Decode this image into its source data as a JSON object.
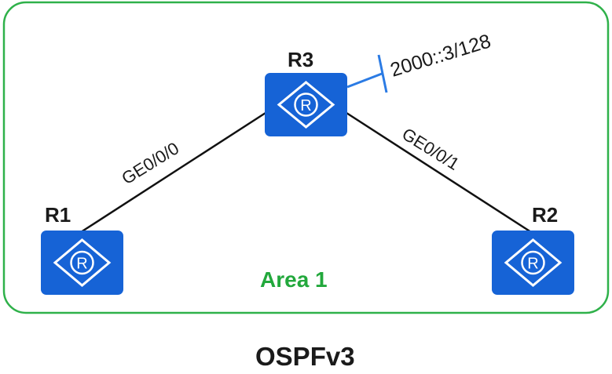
{
  "colors": {
    "area_border": "#2fb14a",
    "area_text": "#22a83c",
    "router_fill": "#1663d6",
    "router_symbol": "#ffffff",
    "link": "#111111",
    "loopback": "#2b7be4"
  },
  "area": {
    "label": "Area 1"
  },
  "routers": {
    "r1": {
      "label": "R1",
      "icon": "router-icon"
    },
    "r2": {
      "label": "R2",
      "icon": "router-icon"
    },
    "r3": {
      "label": "R3",
      "icon": "router-icon"
    }
  },
  "links": {
    "r3_r1": {
      "interface": "GE0/0/0"
    },
    "r3_r2": {
      "interface": "GE0/0/1"
    }
  },
  "loopback": {
    "address": "2000::3/128"
  },
  "caption": "OSPFv3"
}
